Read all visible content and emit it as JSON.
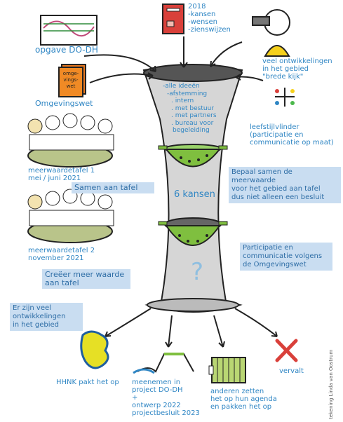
{
  "top": {
    "opgave": "opgave DO-DH",
    "omgevingswet": "Omgevingswet",
    "omgevingswet_book_text": [
      "omge-",
      "vings-",
      "wet"
    ],
    "ballot_lines": [
      "2018",
      "-kansen",
      "-wensen",
      "-zienswijzen"
    ],
    "veel_ontwikkelingen": [
      "veel ontwikkelingen",
      "in het gebied",
      "\"brede kijk\""
    ]
  },
  "funnel": {
    "lines": [
      "-alle ideeën",
      "-afstemming",
      ". intern",
      ". met bestuur",
      ". met partners",
      ". bureau voor",
      "begeleiding"
    ],
    "kansen": "6 kansen",
    "question": "?"
  },
  "left": {
    "table1": [
      "meerwaardetafel 1",
      "mei / juni 2021"
    ],
    "samen": "Samen aan tafel",
    "table2": [
      "meerwaardetafel 2",
      "november 2021"
    ],
    "creeer": [
      "Creëer meer waarde",
      "aan tafel"
    ],
    "er_zijn": [
      "Er zijn veel",
      "ontwikkelingen",
      "in het gebied"
    ]
  },
  "right": {
    "leefstijl": [
      "leefstijlvlinder",
      "(participatie en",
      "communicatie op maat)"
    ],
    "bepaal": [
      "Bepaal samen de meerwaarde",
      "voor het gebied aan tafel",
      "dus niet alleen een besluit"
    ],
    "participatie": [
      "Participatie en",
      "communicatie volgens",
      "de Omgevingswet"
    ]
  },
  "bottom": {
    "hhnk": "HHNK pakt het op",
    "meenemen": [
      "meenemen in",
      "project DO-DH",
      "+",
      "ontwerp 2022",
      "projectbesluit 2023"
    ],
    "anderen": [
      "anderen zetten",
      "het op hun agenda",
      "en pakken het op"
    ],
    "vervalt": "vervalt"
  },
  "credit": "tekening Linda van Oostrum",
  "colors": {
    "text_blue": "#2f86c4",
    "box_blue": "#c9ddf1",
    "funnel_grey": "#d3d3d3",
    "colander_green": "#7fbf3f",
    "red": "#d9403a"
  }
}
